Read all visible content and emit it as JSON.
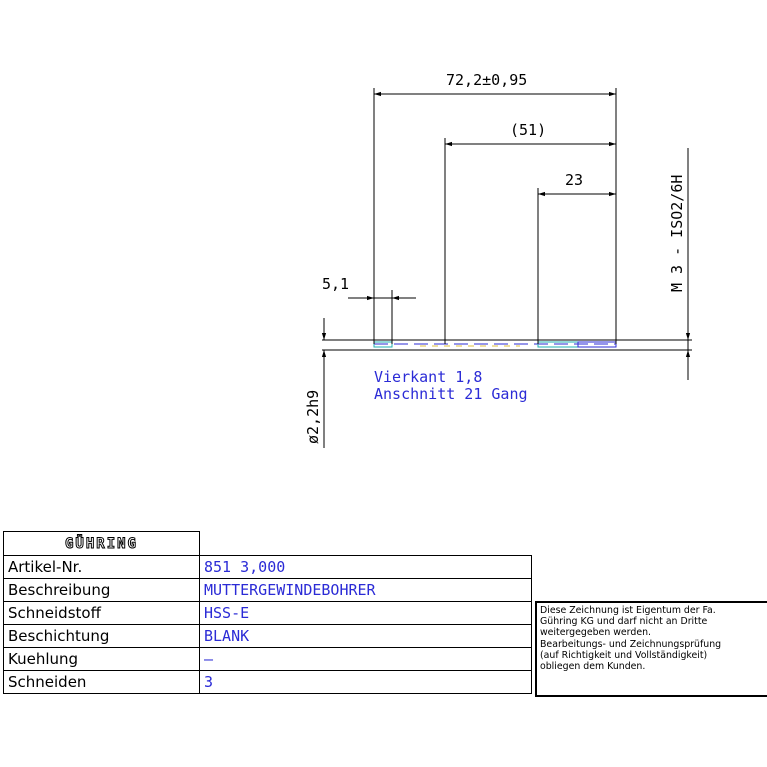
{
  "dimensions": {
    "overall_length": "72,2±0,95",
    "thread_length": "(51)",
    "short_length": "23",
    "square_length": "5,1",
    "thread_spec": "M 3 - ISO2/6H",
    "shank_diameter": "ø2,2h9"
  },
  "annotations": {
    "square": "Vierkant 1,8",
    "chamfer": "Anschnitt 21 Gang"
  },
  "title_block": {
    "logo": "GÜHRING",
    "rows": [
      {
        "label": "Artikel-Nr.",
        "value": "851 3,000"
      },
      {
        "label": "Beschreibung",
        "value": "MUTTERGEWINDEBOHRER"
      },
      {
        "label": "Schneidstoff",
        "value": "HSS-E"
      },
      {
        "label": "Beschichtung",
        "value": "BLANK"
      },
      {
        "label": "Kuehlung",
        "value": "—"
      },
      {
        "label": "Schneiden",
        "value": "3"
      }
    ]
  },
  "notice": [
    "Diese Zeichnung ist Eigentum der Fa.",
    "Gühring KG und darf nicht an Dritte",
    "weitergegeben werden.",
    "Bearbeitungs- und Zeichnungsprüfung",
    "(auf Richtigkeit und Vollständigkeit)",
    "obliegen dem Kunden."
  ],
  "colors": {
    "annotation": "#2b2bd6",
    "line": "#000000"
  }
}
